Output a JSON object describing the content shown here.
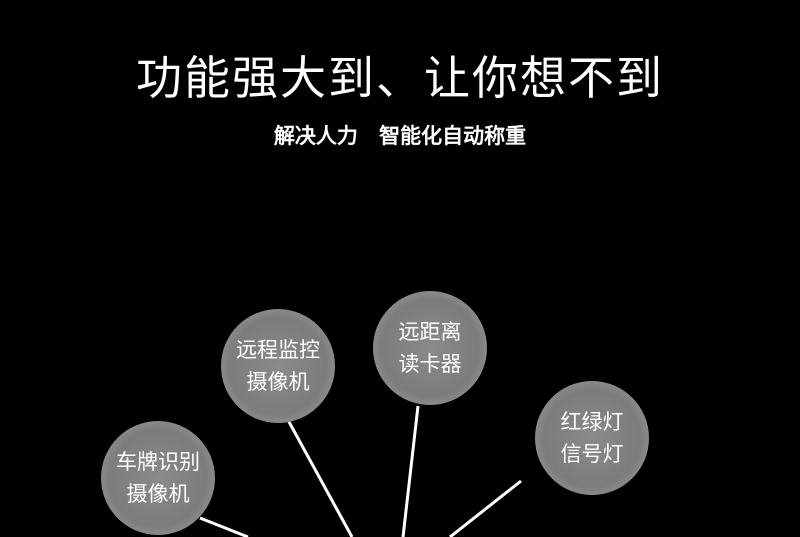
{
  "header": {
    "title": "功能强大到、让你想不到",
    "subtitle": "解决人力 智能化自动称重"
  },
  "bubbles": [
    {
      "line1": "车牌识别",
      "line2": "摄像机"
    },
    {
      "line1": "远程监控",
      "line2": "摄像机"
    },
    {
      "line1": "远距离",
      "line2": "读卡器"
    },
    {
      "line1": "红绿灯",
      "line2": "信号灯"
    }
  ],
  "colors": {
    "background": "#000000",
    "bubble": "#808080",
    "line": "#ffffff"
  }
}
